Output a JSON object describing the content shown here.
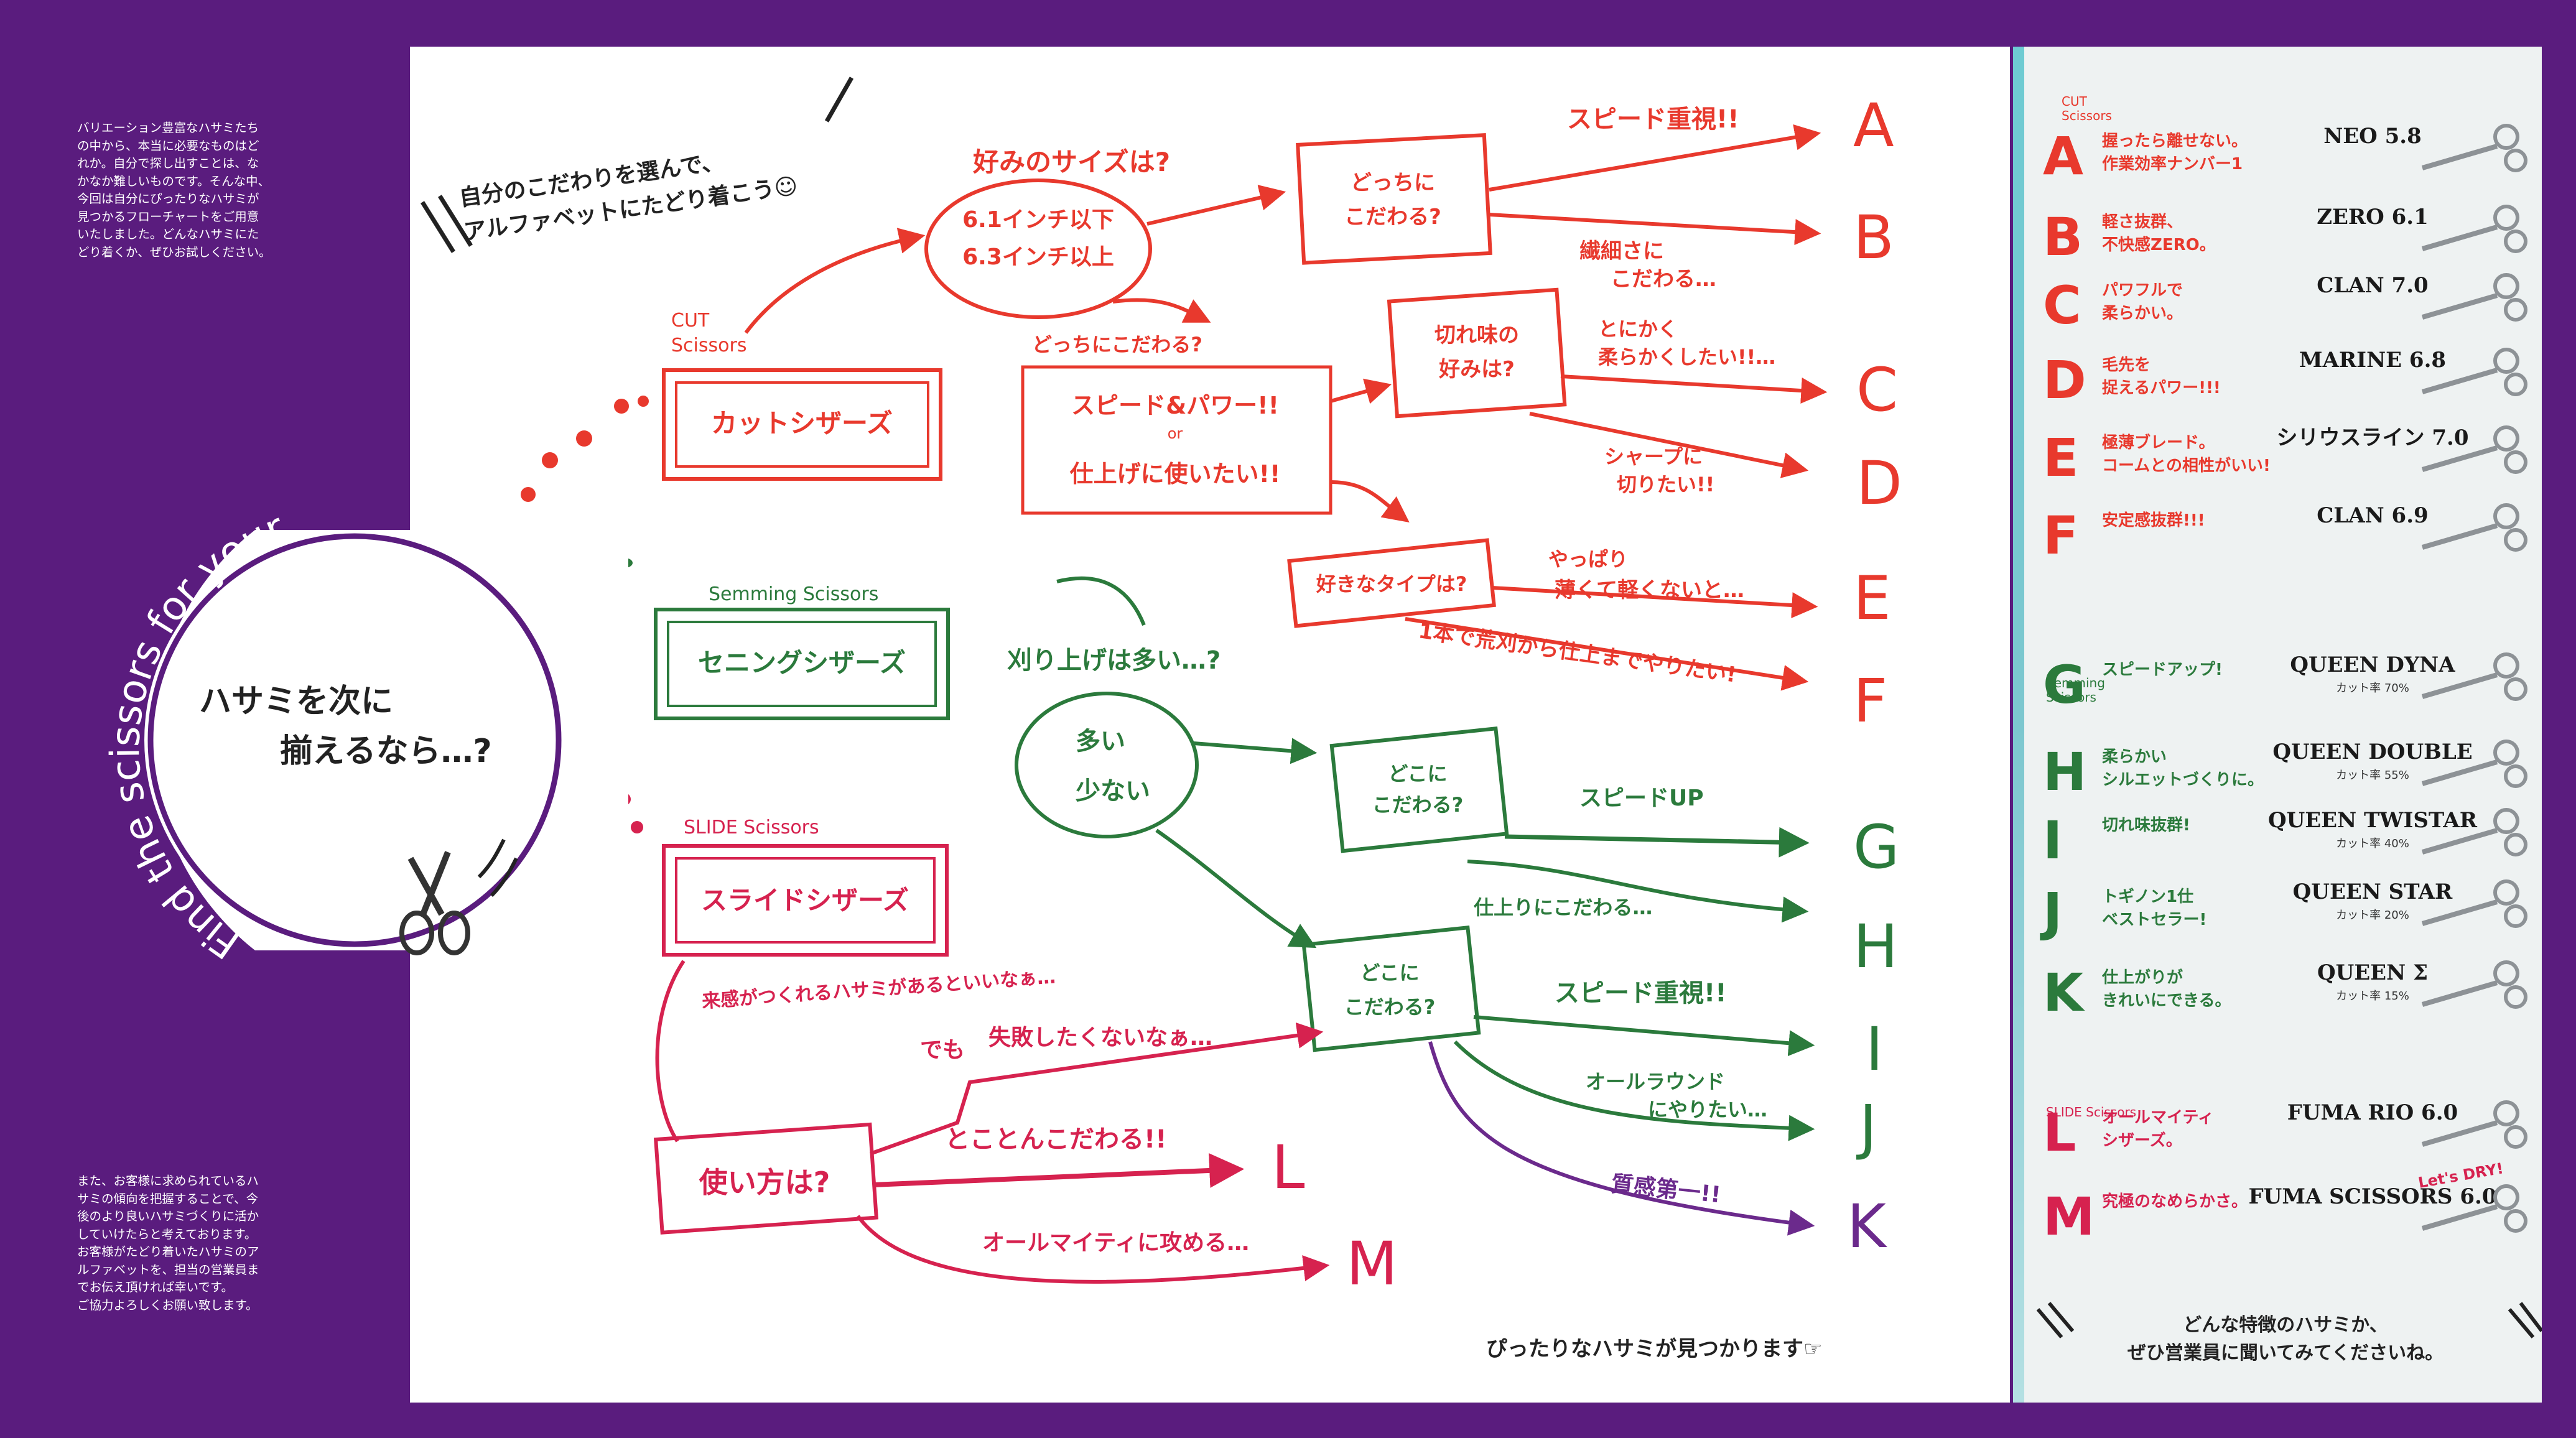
{
  "intro_text": "バリエーション豊富なハサミたち\nの中から、本当に必要なものはど\nれか。自分で探し出すことは、な\nかなか難しいものです。そんな中、\n今回は自分にぴったりなハサミが\n見つかるフローチャートをご用意\nいたしました。どんなハサミにた\nどり着くか、ぜひお試しください。",
  "outro_text": "また、お客様に求められているハ\nサミの傾向を把握することで、今\n後のより良いハサミづくりに活か\nしていけたらと考えております。\nお客様がたどり着いたハサミのア\nルファベットを、担当の営業員ま\nでお伝え頂ければ幸いです。\nご協力よろしくお願い致します。",
  "circle": {
    "side_text": "Find the scissors for yourself",
    "title_line1": "ハサミを次に",
    "title_line2": "揃えるなら…?"
  },
  "chart": {
    "instruction_line1": "自分のこだわりを選んで、",
    "instruction_line2": "アルファベットにたどり着こう☺",
    "footer": "ぴったりなハサミが見つかります☞",
    "colors": {
      "red": "#e8392d",
      "green": "#2b7a3c",
      "pink": "#d6224f",
      "purple": "#6b2a8c",
      "black": "#222222"
    },
    "categories": {
      "cut_label_en_1": "CUT",
      "cut_label_en_2": "Scissors",
      "cut": "カットシザーズ",
      "semming_label_en": "Semming Scissors",
      "semming": "セニングシザーズ",
      "slide_label_en": "SLIDE Scissors",
      "slide": "スライドシザーズ"
    },
    "nodes": {
      "size_q": "好みのサイズは?",
      "size_61": "6.1インチ以下",
      "size_63": "6.3インチ以上",
      "which1_l1": "どっちに",
      "which1_l2": "こだわる?",
      "which2": "どっちにこだわる?",
      "speed_power": "スピード&パワー!!",
      "or": "or",
      "finish": "仕上げに使いたい!!",
      "sharp_l1": "切れ味の",
      "sharp_l2": "好みは?",
      "type_q": "好きなタイプは?",
      "cut_amount": "刈り上げは多い…?",
      "many": "多い",
      "few": "少ない",
      "where1_l1": "どこに",
      "where1_l2": "こだわる?",
      "where2_l1": "どこに",
      "where2_l2": "こだわる?",
      "use_q": "使い方は?"
    },
    "answers": {
      "speed_a": "スピード重視!!",
      "delicate_l1": "繊細さに",
      "delicate_l2": "こだわる…",
      "soft_l1": "とにかく",
      "soft_l2": "柔らかくしたい!!…",
      "sharp_cut_l1": "シャープに",
      "sharp_cut_l2": "切りたい!!",
      "thin_l1": "やっぱり",
      "thin_l2": "薄くて軽くないと…",
      "rough_f": "1本で荒刈から仕上までやりたい!",
      "speedup": "スピードUP",
      "finish_h": "仕上りにこだわる…",
      "speed_i": "スピード重視!!",
      "allround_l1": "オールラウンド",
      "allround_l2": "にやりたい…",
      "texture": "質感第一!!",
      "feel": "来感がつくれるハサミがあるといいなぁ…",
      "but": "でも",
      "no_fail": "失敗したくないなぁ…",
      "thorough": "とことんこだわる!!",
      "allmighty": "オールマイティに攻める…"
    },
    "letters": [
      "A",
      "B",
      "C",
      "D",
      "E",
      "F",
      "G",
      "H",
      "I",
      "J",
      "K",
      "L",
      "M"
    ]
  },
  "legend": {
    "cut_header_1": "CUT",
    "cut_header_2": "Scissors",
    "semming_header_1": "Semming",
    "semming_header_2": "Scissors",
    "slide_header": "SLIDE Scissors",
    "items": [
      {
        "letter": "A",
        "desc1": "握ったら離せない。",
        "desc2": "作業効率ナンバー1",
        "model": "NEO 5.8",
        "rate": ""
      },
      {
        "letter": "B",
        "desc1": "軽さ抜群、",
        "desc2": "不快感ZERO。",
        "model": "ZERO 6.1",
        "rate": ""
      },
      {
        "letter": "C",
        "desc1": "パワフルで",
        "desc2": "柔らかい。",
        "model": "CLAN 7.0",
        "rate": ""
      },
      {
        "letter": "D",
        "desc1": "毛先を",
        "desc2": "捉えるパワー!!!",
        "model": "MARINE 6.8",
        "rate": ""
      },
      {
        "letter": "E",
        "desc1": "極薄ブレード。",
        "desc2": "コームとの相性がいい!",
        "model": "シリウスライン 7.0",
        "rate": ""
      },
      {
        "letter": "F",
        "desc1": "安定感抜群!!!",
        "desc2": "",
        "model": "CLAN 6.9",
        "rate": ""
      },
      {
        "letter": "G",
        "desc1": "スピードアップ!",
        "desc2": "",
        "model": "QUEEN DYNA",
        "rate": "カット率 70%"
      },
      {
        "letter": "H",
        "desc1": "柔らかい",
        "desc2": "シルエットづくりに。",
        "model": "QUEEN DOUBLE",
        "rate": "カット率 55%"
      },
      {
        "letter": "I",
        "desc1": "切れ味抜群!",
        "desc2": "",
        "model": "QUEEN TWISTAR",
        "rate": "カット率 40%"
      },
      {
        "letter": "J",
        "desc1": "トギノン1仕",
        "desc2": "ベストセラー!",
        "model": "QUEEN STAR",
        "rate": "カット率 20%"
      },
      {
        "letter": "K",
        "desc1": "仕上がりが",
        "desc2": "きれいにできる。",
        "model": "QUEEN Σ",
        "rate": "カット率 15%"
      },
      {
        "letter": "L",
        "desc1": "オールマイティ",
        "desc2": "シザーズ。",
        "model": "FUMA RIO 6.0",
        "rate": ""
      },
      {
        "letter": "M",
        "desc1": "究極のなめらかさ。",
        "desc2": "",
        "model": "FUMA SCISSORS 6.0",
        "rate": ""
      }
    ],
    "lets_dry": "Let's DRY!",
    "footer_line1": "どんな特徴のハサミか、",
    "footer_line2": "ぜひ営業員に聞いてみてくださいね。"
  }
}
